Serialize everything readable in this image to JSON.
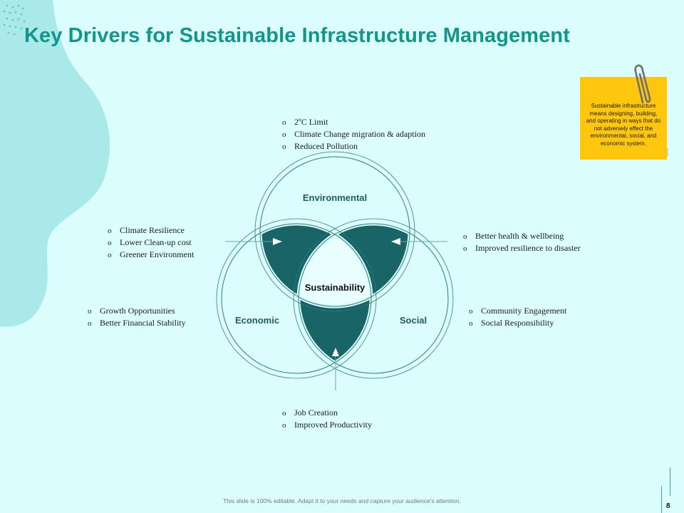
{
  "title": "Key Drivers for Sustainable Infrastructure Management",
  "sticky_note": "Sustainable infrastructure means designing, building, and operating in ways that do not adversely effect the environmental, social, and economic system.",
  "diagram": {
    "environmental": "Environmental",
    "economic": "Economic",
    "social": "Social",
    "center": "Sustainability"
  },
  "bullets": {
    "top": [
      "2ºC Limit",
      "Climate Change migration & adaption",
      "Reduced Pollution"
    ],
    "upper_left": [
      "Climate Resilience",
      "Lower Clean-up cost",
      "Greener Environment"
    ],
    "upper_right": [
      "Better  health & wellbeing",
      "Improved resilience to disaster"
    ],
    "lower_left": [
      "Growth Opportunities",
      "Better Financial Stability"
    ],
    "lower_right": [
      "Community Engagement",
      "Social Responsibility"
    ],
    "bottom": [
      "Job Creation",
      "Improved Productivity"
    ]
  },
  "footer": "This slide is 100% editable.  Adapt it to your needs and capture your audience's attention.",
  "page_number": "8",
  "colors": {
    "background": "#dcfdfd",
    "title": "#12968c",
    "petal": "#186466",
    "note": "#fec70d"
  }
}
